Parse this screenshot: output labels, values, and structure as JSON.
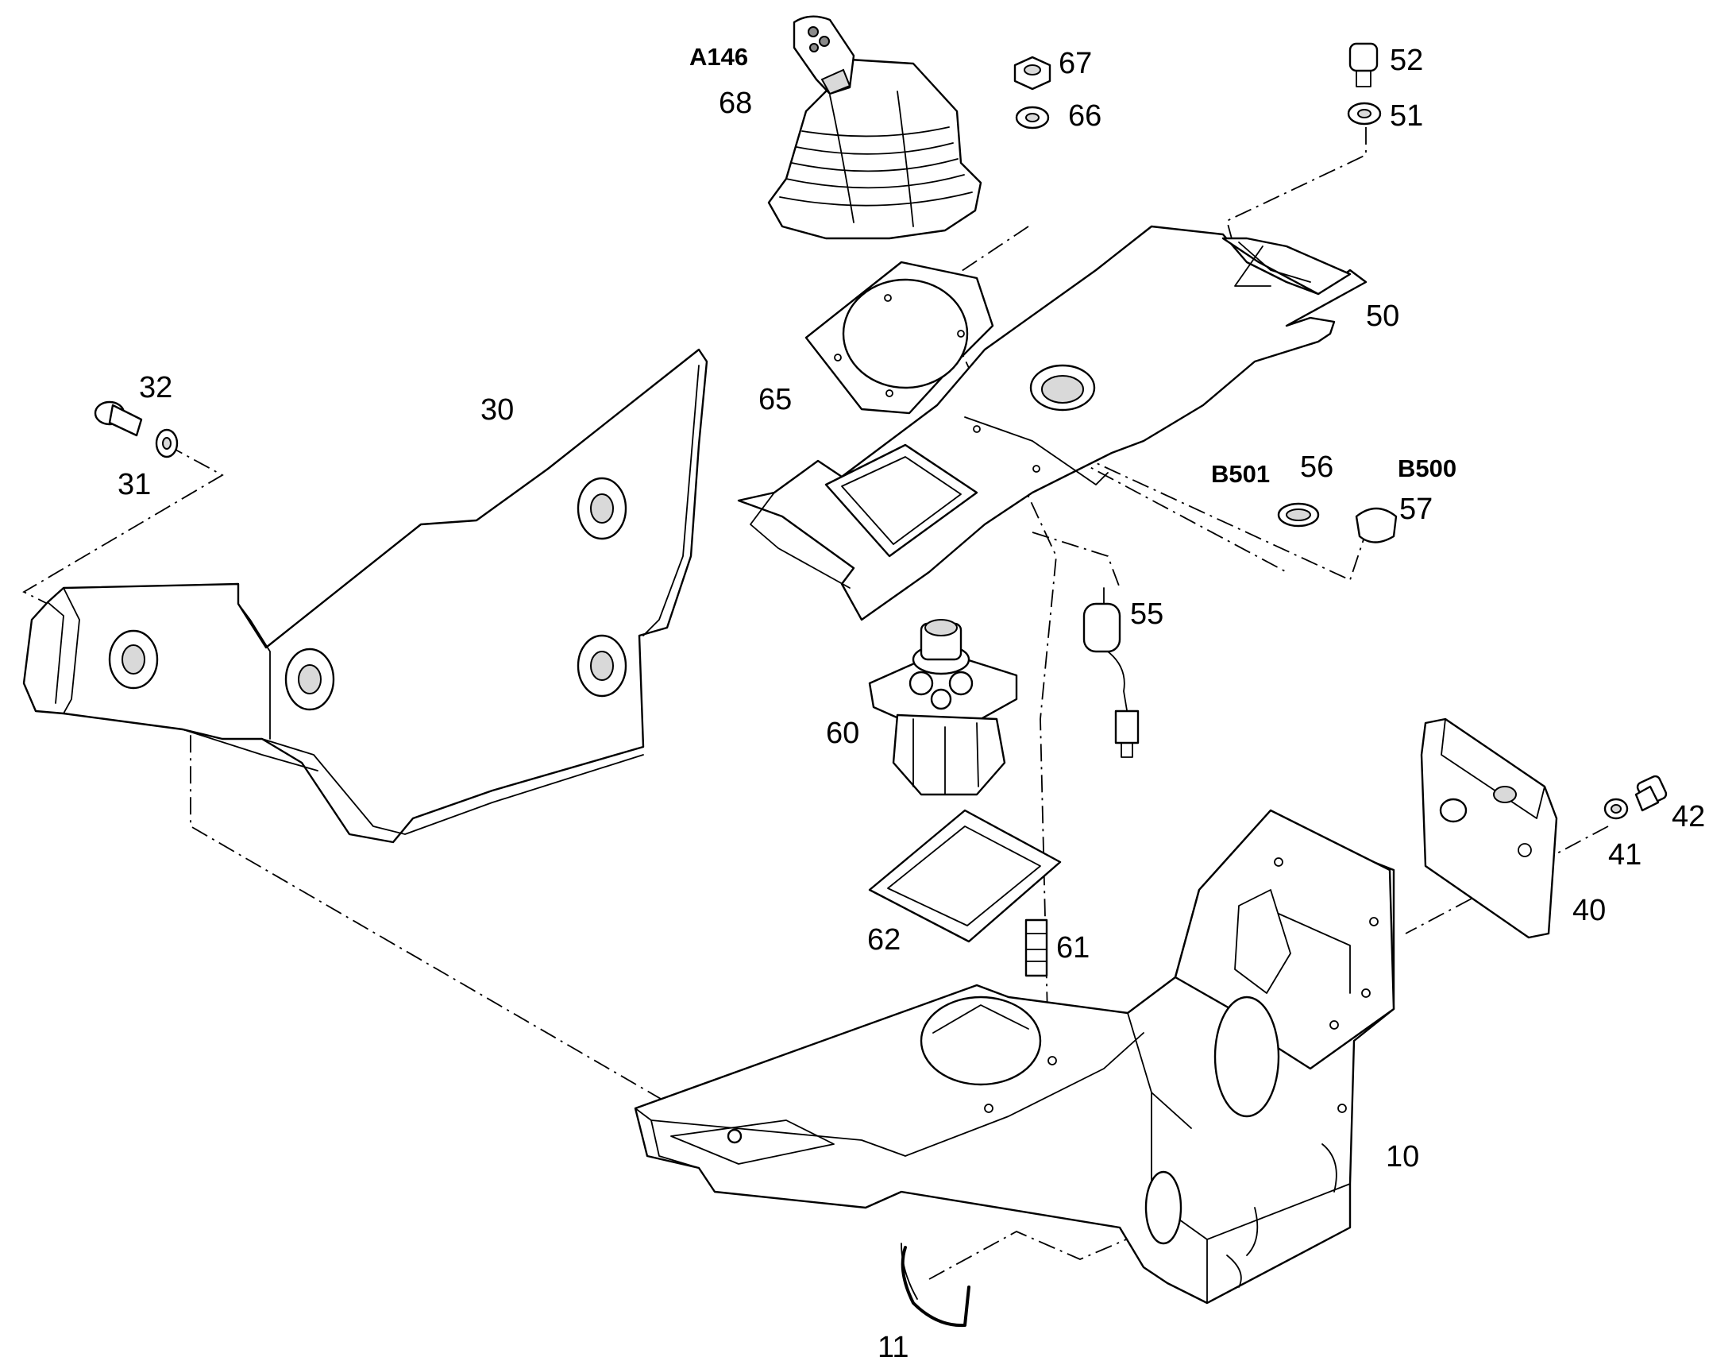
{
  "labels": {
    "l10": "10",
    "l11": "11",
    "l30": "30",
    "l31": "31",
    "l32": "32",
    "l40": "40",
    "l41": "41",
    "l42": "42",
    "l50": "50",
    "l51": "51",
    "l52": "52",
    "l55": "55",
    "l56": "56",
    "l57": "57",
    "l60": "60",
    "l61": "61",
    "l62": "62",
    "l65": "65",
    "l66": "66",
    "l67": "67",
    "l68": "68",
    "a146": "A146",
    "b500": "B500",
    "b501": "B501"
  }
}
